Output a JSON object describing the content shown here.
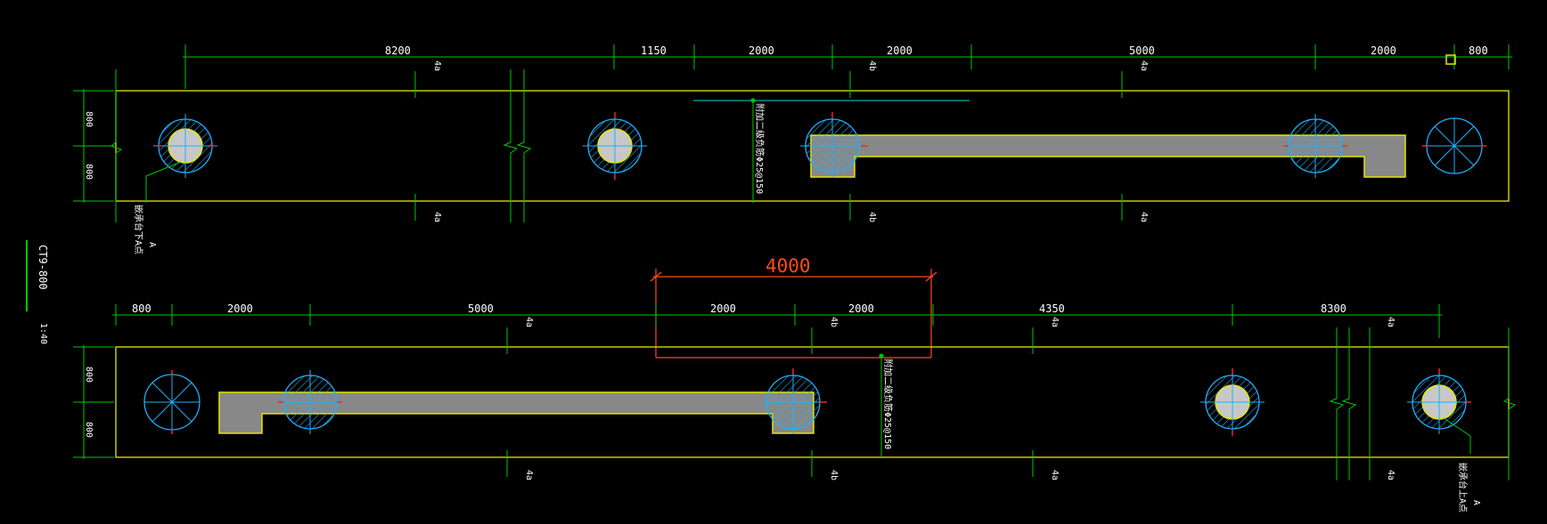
{
  "colors": {
    "background": "#000000",
    "beam_outline": "#e6e600",
    "dimension_line": "#00c800",
    "pile_circle": "#1fb0ff",
    "pile_core": "#c8c8c8",
    "cap_fill": "#888888",
    "red_cross": "#ff2020",
    "red_dimension": "#ff4a1c",
    "text": "#ffffff"
  },
  "drawing": {
    "title": "CT9-800",
    "scale": "1:40"
  },
  "top_beam": {
    "dimensions": [
      "8200",
      "1150",
      "2000",
      "2000",
      "5000",
      "2000",
      "800"
    ],
    "height_dims": [
      "800",
      "800"
    ],
    "tags_top": [
      "4a",
      "4b",
      "4a"
    ],
    "tags_bottom": [
      "4a",
      "4b",
      "4a"
    ],
    "rebar_note": "附加二级负筋Φ25@150",
    "grid_note": "A",
    "grid_label": "嵌承台下A点"
  },
  "bottom_beam": {
    "dimensions": [
      "800",
      "2000",
      "5000",
      "2000",
      "2000",
      "4350",
      "8300"
    ],
    "height_dims": [
      "800",
      "800"
    ],
    "tags_top": [
      "4a",
      "4b",
      "4a",
      "4a"
    ],
    "tags_bottom": [
      "4a",
      "4b",
      "4a",
      "4a"
    ],
    "rebar_note": "附加二级负筋Φ25@150",
    "highlight_dimension": "4000",
    "grid_note": "A",
    "grid_label": "嵌承台上A点"
  },
  "pile_icons": {
    "hatched_pile": "hatched-pile-icon",
    "open_pile": "open-pile-icon",
    "grip_marker": "grip-square-icon"
  }
}
